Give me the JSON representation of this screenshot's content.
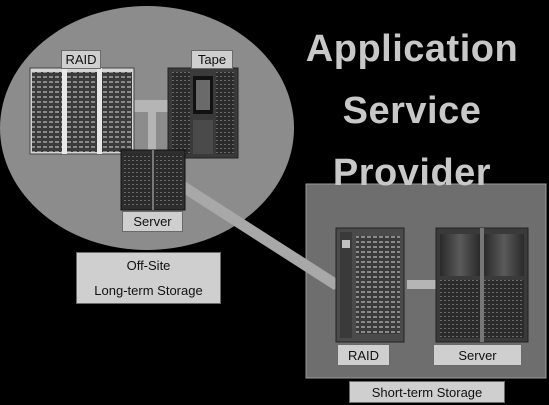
{
  "title": {
    "line1": "Application",
    "line2": "Service",
    "line3": "Provider"
  },
  "offsite": {
    "raid_label": "RAID",
    "tape_label": "Tape",
    "server_label": "Server",
    "caption_line1": "Off-Site",
    "caption_line2": "Long-term Storage"
  },
  "shortterm": {
    "raid_label": "RAID",
    "server_label": "Server",
    "caption": "Short-term Storage"
  },
  "colors": {
    "background": "#000000",
    "ellipse": "#8c8c8c",
    "panel": "#6e6e6e",
    "connector": "#a8a8a8",
    "label_fill": "#cfcfcf"
  }
}
